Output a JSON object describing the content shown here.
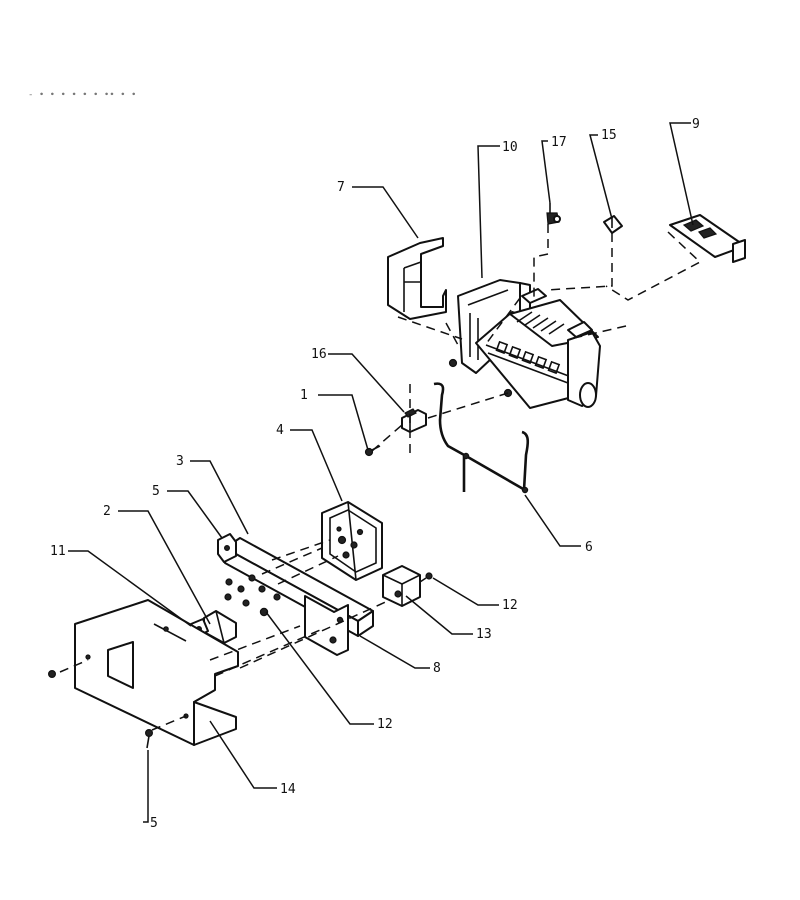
{
  "header": {
    "mark": "- ∙ ∙ ∙ ∙ ∙ ∙   ∙∙ ∙ ∙"
  },
  "callouts": [
    "1",
    "2",
    "3",
    "4",
    "5",
    "5",
    "6",
    "7",
    "8",
    "9",
    "10",
    "11",
    "12",
    "12",
    "13",
    "14",
    "15",
    "16",
    "17"
  ],
  "colors": {
    "line": "#111111",
    "background": "#ffffff"
  }
}
